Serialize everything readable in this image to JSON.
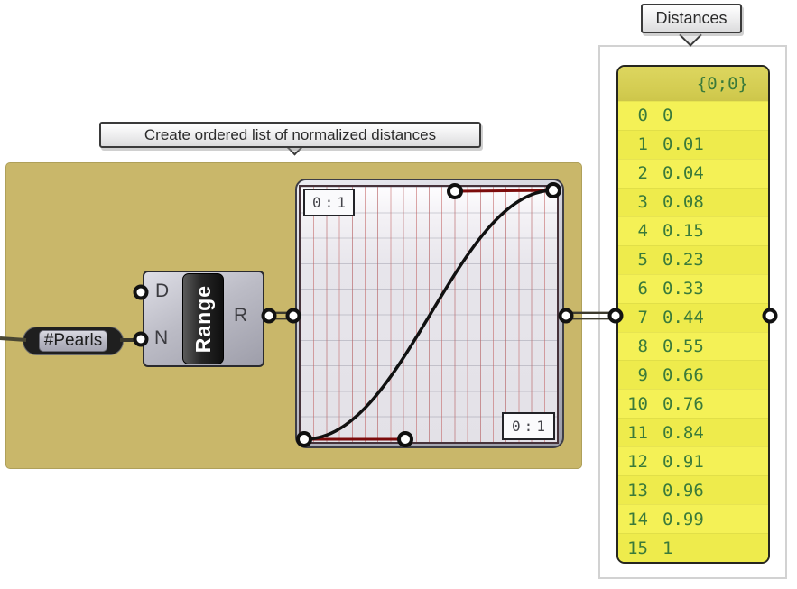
{
  "group": {
    "label": "Create ordered list of normalized distances",
    "fill_color": "#C9B76A"
  },
  "pearls_param": {
    "label": "#Pearls"
  },
  "range_component": {
    "name": "Range",
    "input_d": "D",
    "input_n": "N",
    "output_r": "R"
  },
  "graph_mapper": {
    "domain_label_top": "0:1",
    "domain_label_bottom": "0:1",
    "curve_color": "#111111",
    "handle_color": "#7c0c0c",
    "curve": {
      "type": "bezier",
      "points": [
        [
          337,
          487
        ],
        [
          449,
          487
        ],
        [
          504,
          212
        ],
        [
          613,
          211
        ]
      ]
    }
  },
  "panel": {
    "title": "Distances",
    "path_header": "{0;0}",
    "text_color": "#3a7a3a",
    "header_bg": "#d3cc51",
    "body_bg": "#f3f052",
    "rows": [
      {
        "index": "0",
        "value": "0"
      },
      {
        "index": "1",
        "value": "0.01"
      },
      {
        "index": "2",
        "value": "0.04"
      },
      {
        "index": "3",
        "value": "0.08"
      },
      {
        "index": "4",
        "value": "0.15"
      },
      {
        "index": "5",
        "value": "0.23"
      },
      {
        "index": "6",
        "value": "0.33"
      },
      {
        "index": "7",
        "value": "0.44"
      },
      {
        "index": "8",
        "value": "0.55"
      },
      {
        "index": "9",
        "value": "0.66"
      },
      {
        "index": "10",
        "value": "0.76"
      },
      {
        "index": "11",
        "value": "0.84"
      },
      {
        "index": "12",
        "value": "0.91"
      },
      {
        "index": "13",
        "value": "0.96"
      },
      {
        "index": "14",
        "value": "0.99"
      },
      {
        "index": "15",
        "value": "1"
      }
    ]
  }
}
